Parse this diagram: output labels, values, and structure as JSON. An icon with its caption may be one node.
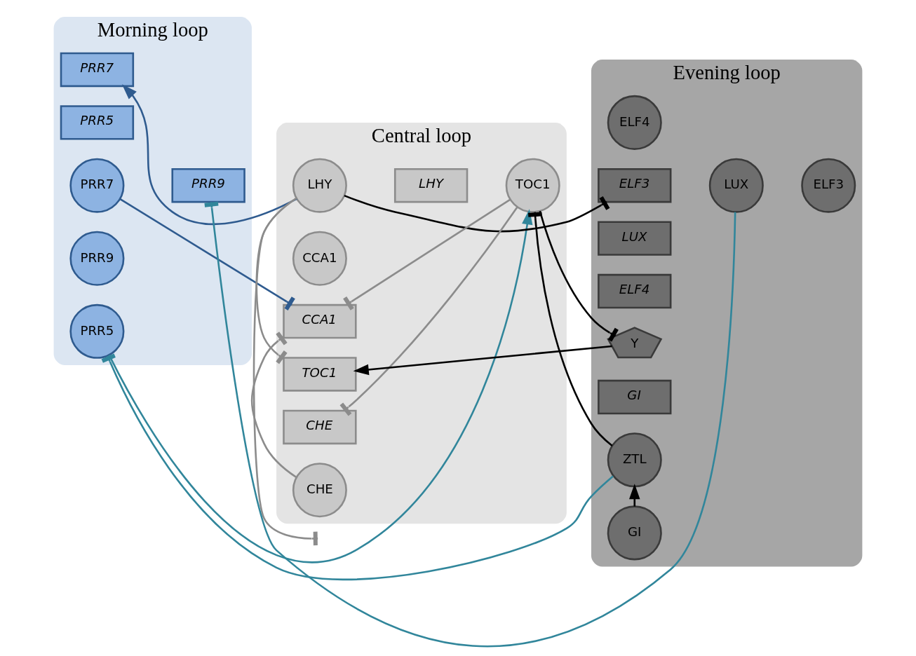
{
  "diagram": {
    "nodes": [
      {
        "text": [
          "Morning loop"
        ]
      },
      {
        "text": [
          "Central loop"
        ]
      },
      {
        "text": [
          "Evening loop"
        ]
      },
      {
        "text": [
          "PRR9"
        ],
        "in": 0
      },
      {
        "text": [
          "PRR7"
        ],
        "in": 0
      },
      {
        "text": [
          "PRR5"
        ],
        "in": 0
      },
      {
        "text": [
          "PRR7"
        ],
        "in": 0
      },
      {
        "text": [
          "PRR9"
        ],
        "in": 0
      },
      {
        "text": [
          "PRR5"
        ],
        "in": 0
      },
      {
        "text": [
          "LHY"
        ],
        "in": 1
      },
      {
        "text": [
          "CCA1"
        ],
        "in": 1
      },
      {
        "text": [
          "LHY"
        ],
        "in": 1
      },
      {
        "text": [
          "CCA1"
        ],
        "in": 1
      },
      {
        "text": [
          "TOC1"
        ],
        "in": 1
      },
      {
        "text": [
          "TOC1"
        ],
        "in": 1
      },
      {
        "text": [
          "CHE"
        ],
        "in": 1
      },
      {
        "text": [
          "CHE"
        ],
        "in": 1
      },
      {
        "text": [
          "LUX"
        ],
        "in": 2
      },
      {
        "text": [
          "ELF3"
        ],
        "in": 2
      },
      {
        "text": [
          "ELF4"
        ],
        "in": 2
      },
      {
        "text": [
          "ELF3"
        ],
        "in": 2
      },
      {
        "text": [
          "LUX"
        ],
        "in": 2
      },
      {
        "text": [
          "ELF4"
        ],
        "in": 2
      },
      {
        "text": [
          "Y"
        ],
        "in": 2
      },
      {
        "text": [
          "GI"
        ],
        "in": 2
      },
      {
        "text": [
          "ZTL"
        ],
        "in": 2
      },
      {
        "text": [
          "GI"
        ],
        "in": 2
      }
    ],
    "edges": [
      {
        "from": 17,
        "to": 3,
        "arrow": "other",
        "color": "#31869b"
      },
      {
        "from": 9,
        "to": 4,
        "arrow": "to",
        "color": "#2f5b8f"
      },
      {
        "from": 9,
        "to": null,
        "arrow": "other",
        "color": "#8c8c8c"
      },
      {
        "from": 9,
        "to": 20,
        "arrow": "other",
        "color": "#000000"
      },
      {
        "from": 9,
        "to": 13,
        "arrow": "other",
        "color": "#8c8c8c"
      },
      {
        "from": 14,
        "to": 12,
        "arrow": "other",
        "color": "#8c8c8c"
      },
      {
        "from": 16,
        "to": 12,
        "arrow": "other",
        "color": "#8c8c8c"
      },
      {
        "from": 14,
        "to": 15,
        "arrow": "other",
        "color": "#8c8c8c"
      },
      {
        "from": 23,
        "to": 13,
        "arrow": "to",
        "color": "#000000"
      },
      {
        "from": 14,
        "to": 23,
        "arrow": "other",
        "color": "#000000"
      },
      {
        "from": 25,
        "to": 14,
        "arrow": "other",
        "color": "#000000"
      },
      {
        "from": 26,
        "to": 25,
        "arrow": "to",
        "color": "#000000"
      },
      {
        "from": 25,
        "to": 8,
        "arrow": "other",
        "color": "#31869b"
      },
      {
        "from": 8,
        "to": 14,
        "arrow": "to",
        "color": "#31869b"
      },
      {
        "from": 6,
        "to": 12,
        "arrow": "other",
        "color": "#2f5b8f"
      }
    ]
  }
}
